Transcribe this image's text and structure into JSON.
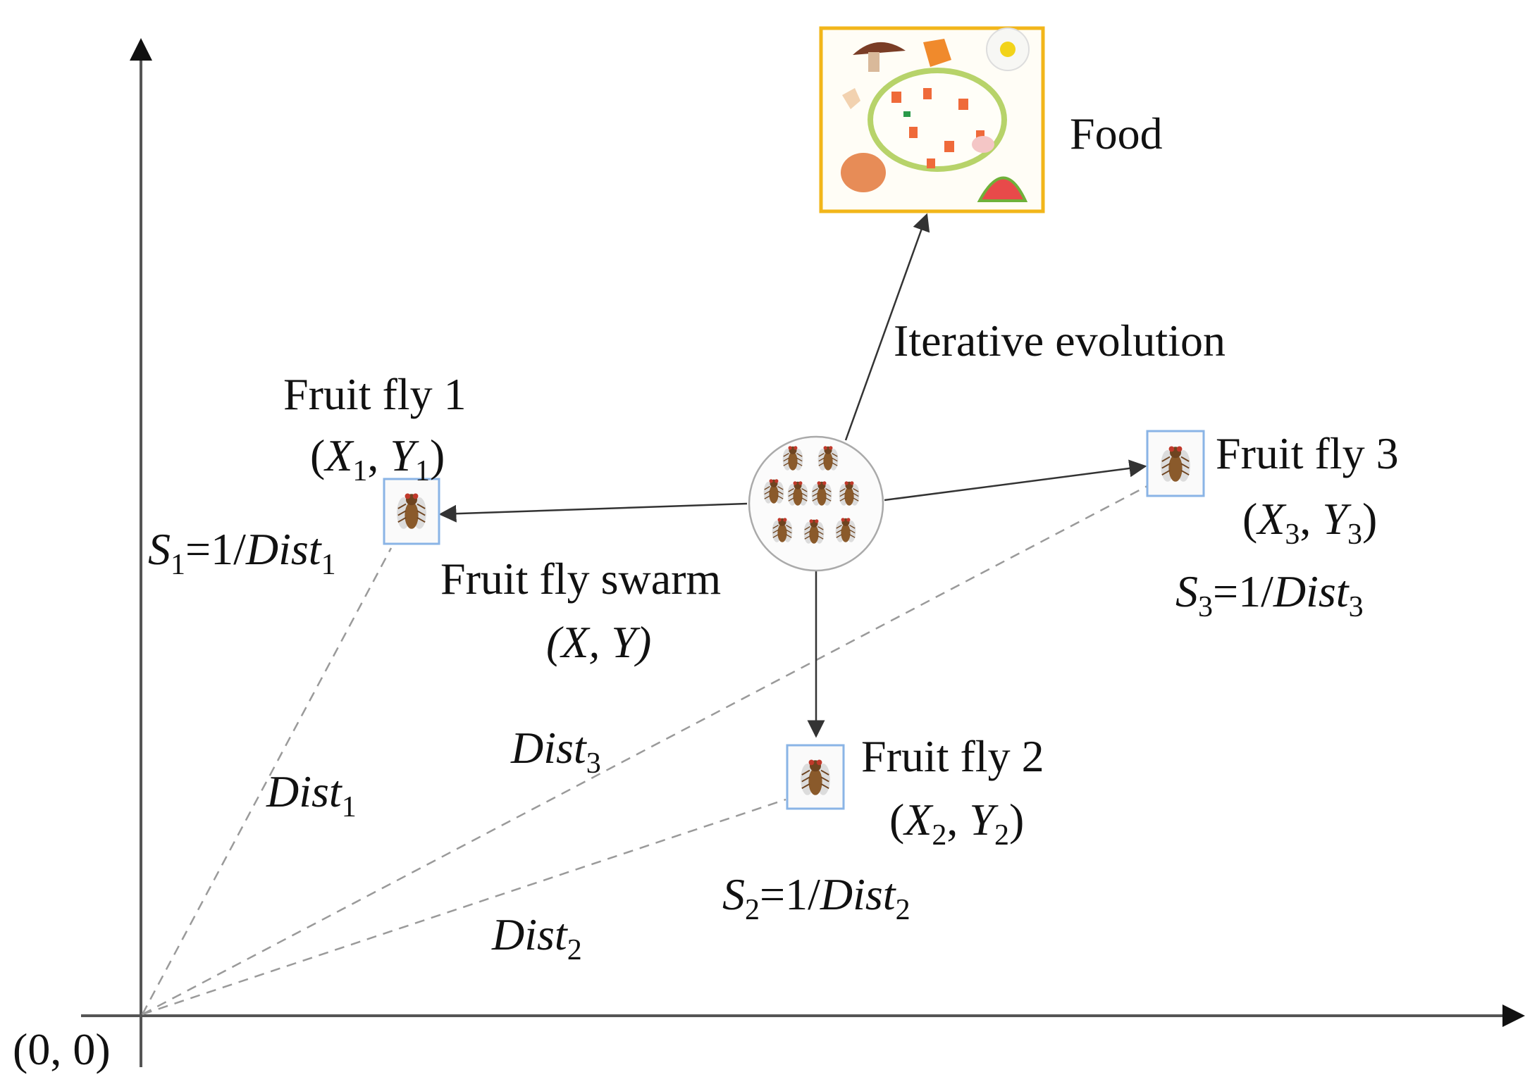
{
  "origin_label": "(0, 0)",
  "food": {
    "label": "Food"
  },
  "iterative_label": "Iterative evolution",
  "swarm": {
    "title": "Fruit fly swarm",
    "coords": "(X, Y)"
  },
  "fly1": {
    "title": "Fruit fly 1",
    "coords": {
      "open": "(",
      "x": "X",
      "xsub": "1",
      "sep": ", ",
      "y": "Y",
      "ysub": "1",
      "close": ")"
    },
    "smell": {
      "s": "S",
      "ssub": "1",
      "eq": "=1/",
      "dist": "Dist",
      "dsub": "1"
    },
    "dist_label": {
      "dist": "Dist",
      "sub": "1"
    }
  },
  "fly2": {
    "title": "Fruit fly 2",
    "coords": {
      "open": "(",
      "x": "X",
      "xsub": "2",
      "sep": ", ",
      "y": "Y",
      "ysub": "2",
      "close": ")"
    },
    "smell": {
      "s": "S",
      "ssub": "2",
      "eq": "=1/",
      "dist": "Dist",
      "dsub": "2"
    },
    "dist_label": {
      "dist": "Dist",
      "sub": "2"
    }
  },
  "fly3": {
    "title": "Fruit fly 3",
    "coords": {
      "open": "(",
      "x": "X",
      "xsub": "3",
      "sep": ", ",
      "y": "Y",
      "ysub": "3",
      "close": ")"
    },
    "smell": {
      "s": "S",
      "ssub": "3",
      "eq": "=1/",
      "dist": "Dist",
      "dsub": "3"
    },
    "dist_label": {
      "dist": "Dist",
      "sub": "3"
    }
  },
  "colors": {
    "axis": "#555555",
    "dashed": "#9a9a9a",
    "fly_box": "#8ab4e6",
    "food_border": "#f2b61a",
    "arrow": "#333333"
  }
}
